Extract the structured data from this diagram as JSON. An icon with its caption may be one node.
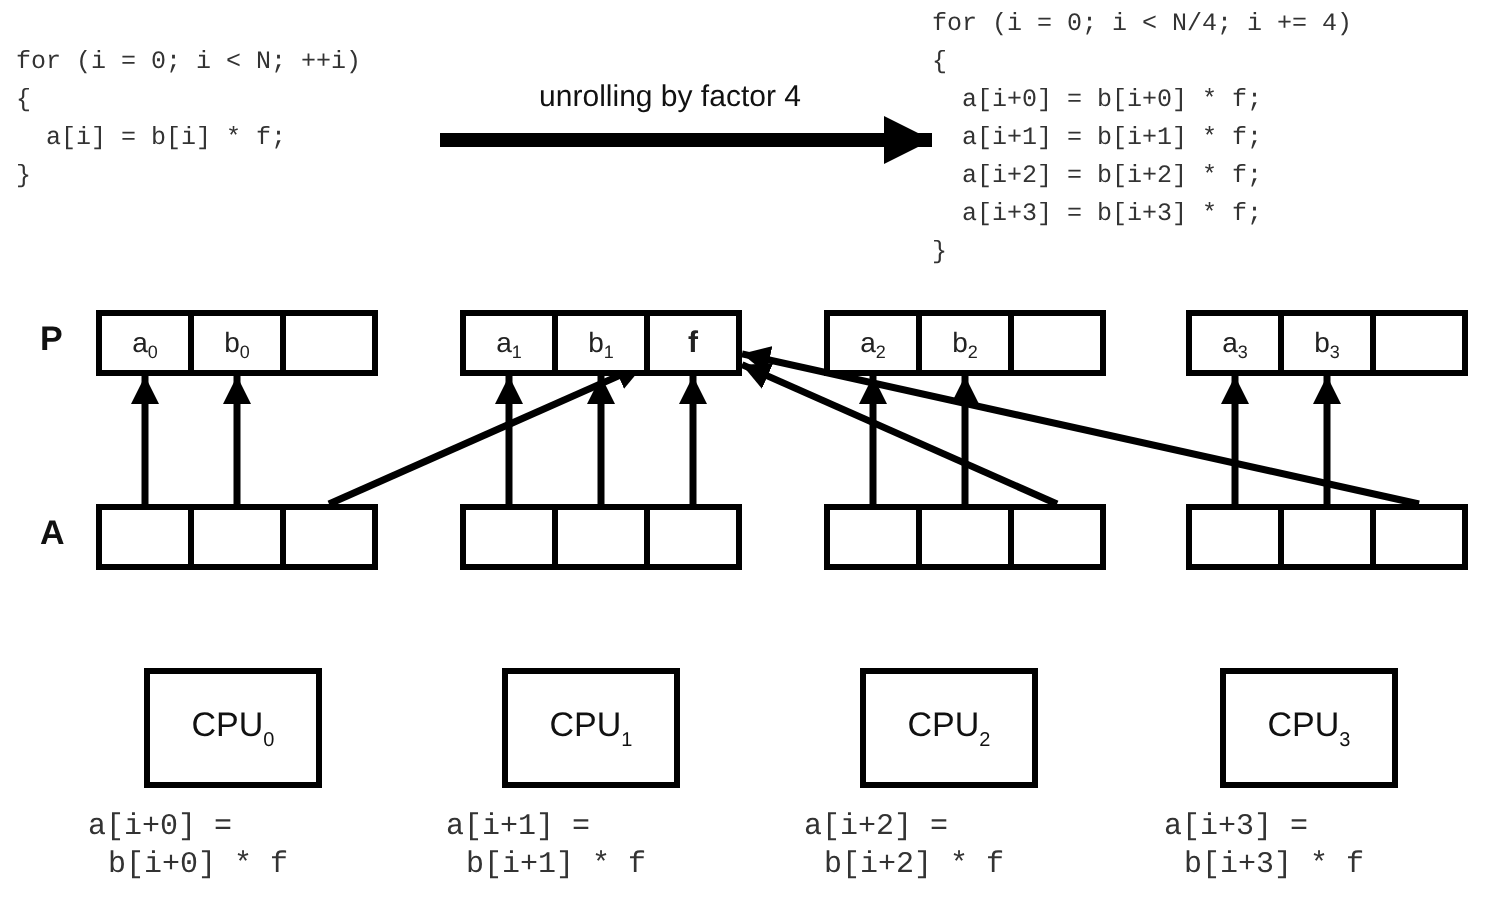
{
  "diagram": {
    "nodes": [
      {
        "text": [
          "for (i = 0; i < N; ++i)",
          "{",
          "  a[i] = b[i] * f;",
          "}"
        ]
      },
      {
        "text": [
          "for (i = 0; i < N/4; i += 4)",
          "{",
          "  a[i+0] = b[i+0] * f;",
          "  a[i+1] = b[i+1] * f;",
          "  a[i+2] = b[i+2] * f;",
          "  a[i+3] = b[i+3] * f;",
          "}"
        ]
      },
      {
        "text": [
          "a$_{0}$"
        ]
      },
      {
        "text": [
          "b$_{0}$"
        ]
      },
      {
        "text": [],
        "shape": "box"
      },
      {
        "text": [
          "a$_{1}$"
        ]
      },
      {
        "text": [
          "b$_{1}$"
        ]
      },
      {
        "text": [
          "f"
        ]
      },
      {
        "text": [
          "a$_{2}$"
        ]
      },
      {
        "text": [
          "b$_{2}$"
        ]
      },
      {
        "text": [],
        "shape": "box"
      },
      {
        "text": [
          "a$_{3}$"
        ]
      },
      {
        "text": [
          "b$_{3}$"
        ]
      },
      {
        "text": [],
        "shape": "box"
      },
      {
        "text": [],
        "shape": "box"
      },
      {
        "text": [],
        "shape": "box"
      },
      {
        "text": [],
        "shape": "box"
      },
      {
        "text": [],
        "shape": "box"
      },
      {
        "text": [],
        "shape": "box"
      },
      {
        "text": [],
        "shape": "box"
      },
      {
        "text": [],
        "shape": "box"
      },
      {
        "text": [],
        "shape": "box"
      },
      {
        "text": [],
        "shape": "box"
      },
      {
        "text": [],
        "shape": "box"
      },
      {
        "text": [],
        "shape": "box"
      },
      {
        "text": [],
        "shape": "box"
      },
      {
        "text": [
          "CPU$_{0}$"
        ],
        "beside": [
          "a[i+0] = b[i+0] * f"
        ]
      },
      {
        "text": [
          "CPU$_{1}$"
        ],
        "beside": [
          "a[i+1] = b[i+1] * f"
        ]
      },
      {
        "text": [
          "CPU$_{2}$"
        ],
        "beside": [
          "a[i+2] = b[i+2] * f"
        ]
      },
      {
        "text": [
          "CPU$_{3}$"
        ],
        "beside": [
          "a[i+3] = b[i+3] * f"
        ]
      }
    ],
    "edges": [
      {
        "from": 0,
        "to": 1,
        "arrow": "to",
        "label": "unrolling by factor 4",
        "style": "thick"
      },
      {
        "from": 14,
        "to": 2,
        "arrow": "to"
      },
      {
        "from": 15,
        "to": 3,
        "arrow": "to"
      },
      {
        "from": 16,
        "to": 7,
        "arrow": "to"
      },
      {
        "from": 17,
        "to": 5,
        "arrow": "to"
      },
      {
        "from": 18,
        "to": 6,
        "arrow": "to"
      },
      {
        "from": 19,
        "to": 7,
        "arrow": "to"
      },
      {
        "from": 20,
        "to": 8,
        "arrow": "to"
      },
      {
        "from": 21,
        "to": 9,
        "arrow": "to"
      },
      {
        "from": 22,
        "to": 7,
        "arrow": "to"
      },
      {
        "from": 23,
        "to": 11,
        "arrow": "to"
      },
      {
        "from": 24,
        "to": 12,
        "arrow": "to"
      },
      {
        "from": 25,
        "to": 7,
        "arrow": "to"
      }
    ],
    "labels": [
      "P",
      "A"
    ]
  }
}
